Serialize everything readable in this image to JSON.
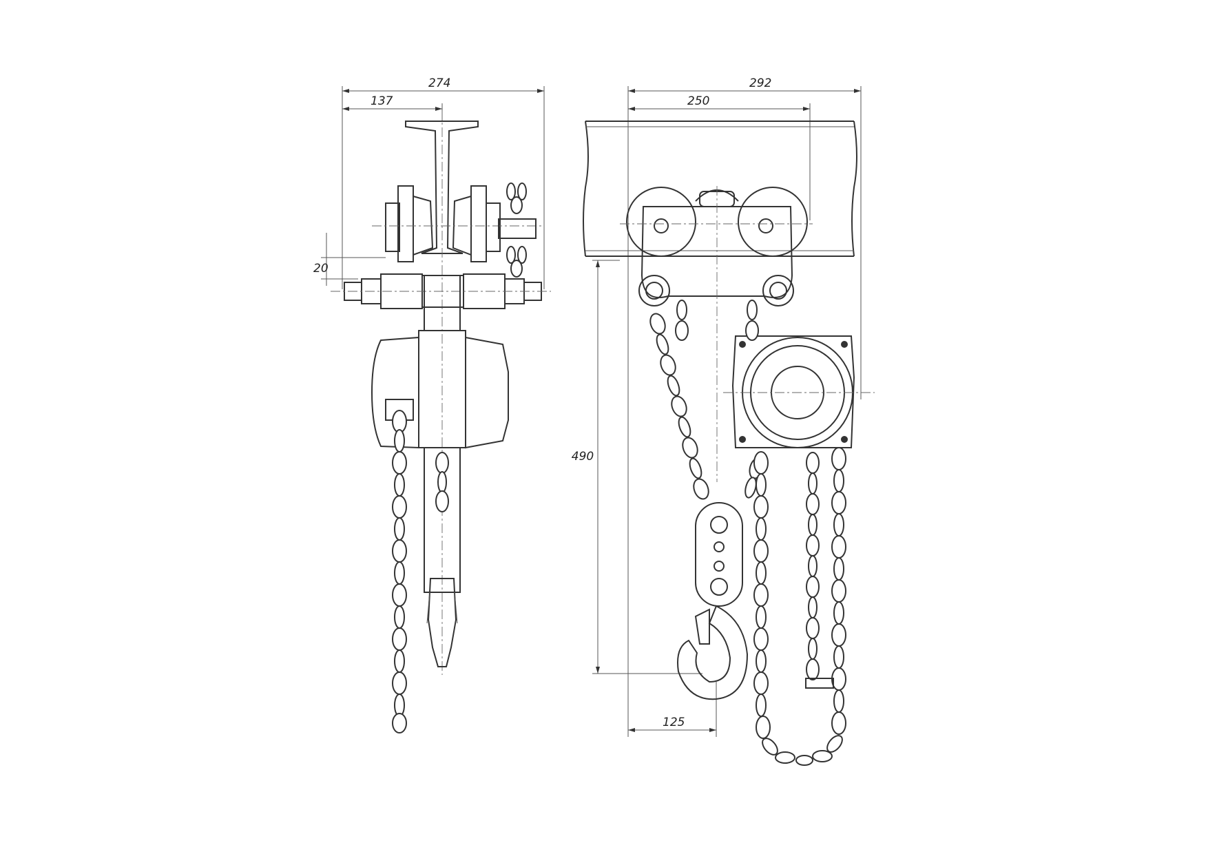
{
  "dimensions": {
    "side_total_width": "274",
    "side_half_width": "137",
    "side_offset": "20",
    "front_total_width": "292",
    "front_trolley_width": "250",
    "front_height": "490",
    "front_hook_offset": "125"
  },
  "colors": {
    "line": "#333333",
    "background": "#ffffff"
  }
}
